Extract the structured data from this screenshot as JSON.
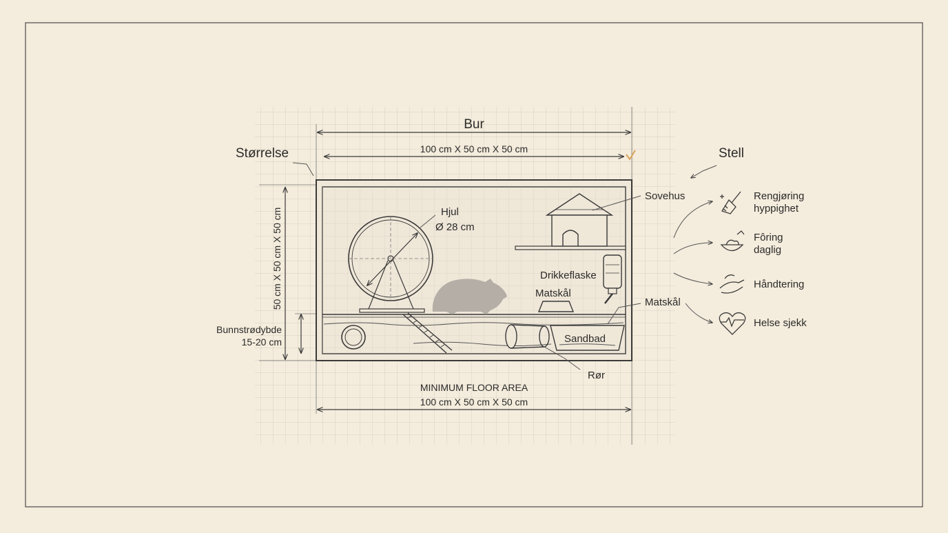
{
  "title": "Bur",
  "dimension_top": "100 cm X 50 cm X 50 cm",
  "left_heading": "Størrelse",
  "right_heading": "Stell",
  "vertical_dimension": "50 cm X 50 cm X 50 cm",
  "bedding": {
    "line1": "Bunnstrødybde",
    "line2": "15-20 cm"
  },
  "labels": {
    "wheel": "Hjul",
    "wheel_size": "Ø 28 cm",
    "house": "Sovehus",
    "bottle": "Drikkeflaske",
    "bowl_inside": "Matskål",
    "bowl_outside": "Matskål",
    "sandbath": "Sandbad",
    "tube": "Rør"
  },
  "floor": {
    "line1": "MINIMUM FLOOR AREA",
    "line2": "100 cm X 50 cm X 50 cm"
  },
  "care": [
    {
      "icon": "brush-icon",
      "line1": "Rengjøring",
      "line2": "hyppighet"
    },
    {
      "icon": "food-bowl-icon",
      "line1": "Fôring",
      "line2": "daglig"
    },
    {
      "icon": "hand-icon",
      "line1": "Håndtering",
      "line2": ""
    },
    {
      "icon": "heart-icon",
      "line1": "Helse sjekk",
      "line2": ""
    }
  ],
  "colors": {
    "paper": "#f4ecdc",
    "ink": "#3a3a3a",
    "accent": "#d9a35a",
    "hamster": "#b4aea6"
  }
}
